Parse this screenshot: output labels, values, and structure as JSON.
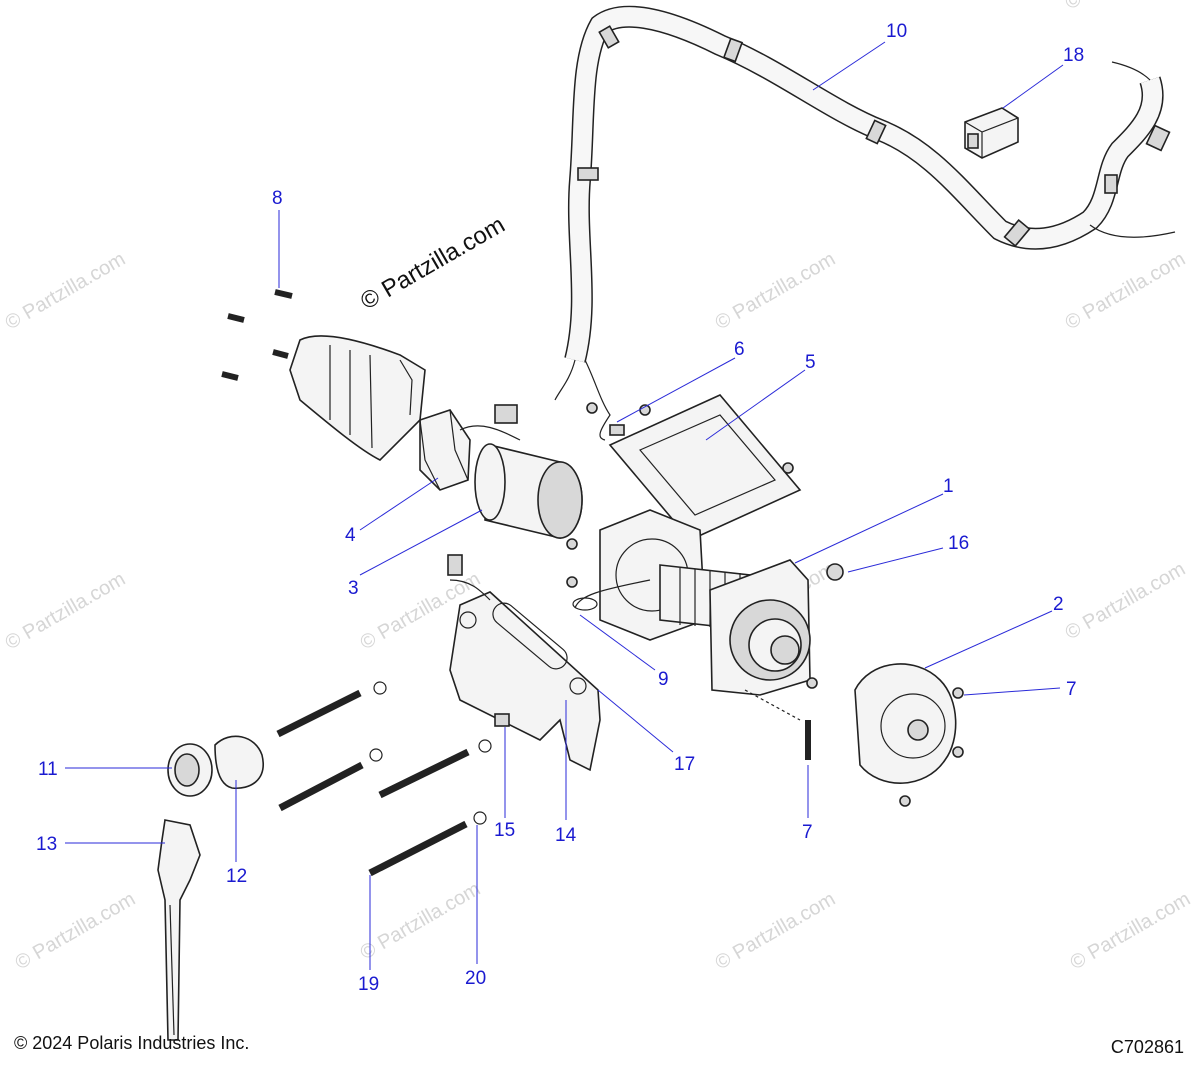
{
  "watermark": "© Partzilla.com",
  "site_stamp": "© Partzilla.com",
  "copyright": "© 2024 Polaris Industries Inc.",
  "drawing_id": "C702861",
  "callouts": [
    "1",
    "2",
    "3",
    "4",
    "5",
    "6",
    "7",
    "7",
    "8",
    "9",
    "10",
    "11",
    "12",
    "13",
    "14",
    "15",
    "16",
    "17",
    "18",
    "19",
    "20"
  ],
  "colors": {
    "callout": "#1a1ad0",
    "watermark": "#d6d6d6"
  }
}
